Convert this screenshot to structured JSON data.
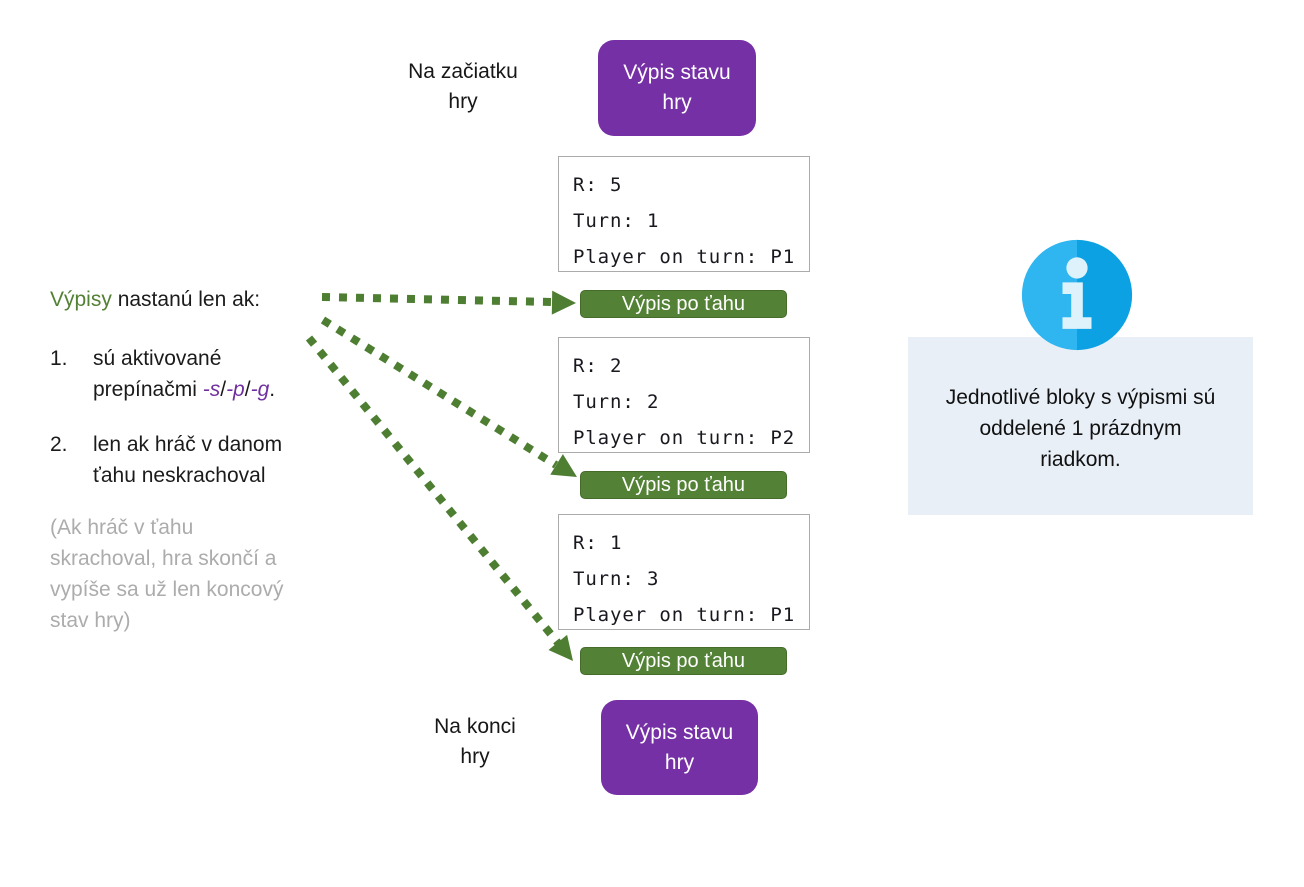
{
  "labels": {
    "start_line1": "Na začiatku",
    "start_line2": "hry",
    "end_line1": "Na konci",
    "end_line2": "hry"
  },
  "state_box": {
    "line1": "Výpis stavu",
    "line2": "hry"
  },
  "turn_box_label": "Výpis po ťahu",
  "code_blocks": [
    {
      "lines": [
        "R: 5",
        "Turn: 1",
        "Player on turn: P1"
      ]
    },
    {
      "lines": [
        "R: 2",
        "Turn: 2",
        "Player on turn: P2"
      ]
    },
    {
      "lines": [
        "R: 1",
        "Turn: 3",
        "Player on turn: P1"
      ]
    }
  ],
  "left_panel": {
    "heading_highlight": "Výpisy",
    "heading_rest": " nastanú len ak:",
    "item1": {
      "number": "1.",
      "line1": "sú aktivované",
      "line2_prefix": "prepínačmi ",
      "switch1": "-s",
      "slash1": "/",
      "switch2": "-p",
      "slash2": "/",
      "switch3": "-g",
      "period": "."
    },
    "item2": {
      "number": "2.",
      "line1": "len ak hráč v danom",
      "line2": "ťahu neskrachoval"
    },
    "note_lines": [
      "(Ak hráč v ťahu",
      "skrachoval, hra skončí a",
      "vypíše sa už len koncový",
      "stav hry)"
    ]
  },
  "info_panel": {
    "icon": "info-icon",
    "lines": [
      "Jednotlivé bloky s výpismi sú",
      "oddelené 1 prázdnym",
      "riadkom."
    ]
  },
  "colors": {
    "purple": "#7630A5",
    "green": "#538135",
    "arrow_green": "#4e7e32",
    "info_bg": "#E8EFF7",
    "icon_blue_light": "#2FB5F0",
    "icon_blue_dark": "#0BA1E2",
    "note_gray": "#ACACAC",
    "code_border": "#ABABAB"
  }
}
